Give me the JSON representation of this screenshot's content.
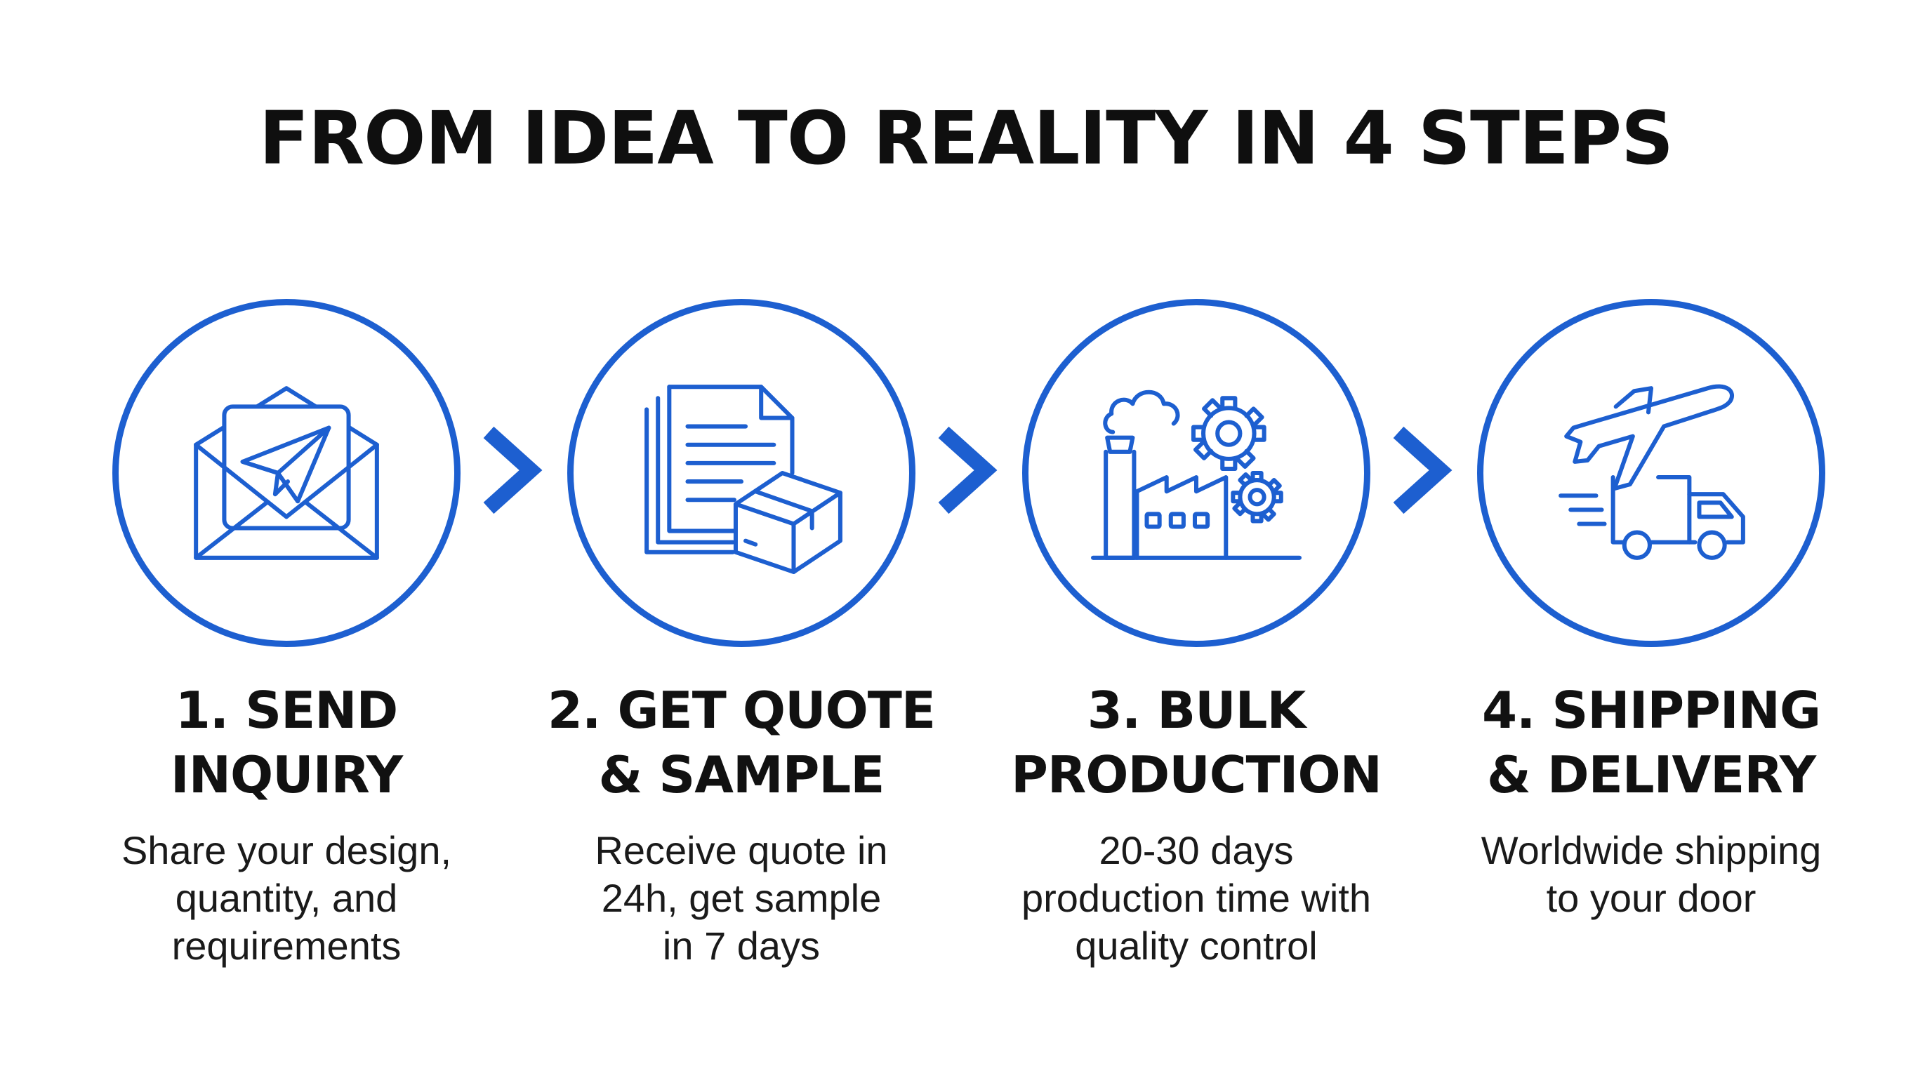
{
  "title": "FROM IDEA TO REALITY IN 4 STEPS",
  "colors": {
    "accent": "#1d5fd0",
    "text": "#111111",
    "background": "#ffffff"
  },
  "steps": [
    {
      "icon": "envelope-paper-plane-icon",
      "title_lines": [
        "1. SEND",
        "INQUIRY"
      ],
      "desc_lines": [
        "Share your design,",
        "quantity, and",
        "requirements"
      ]
    },
    {
      "icon": "documents-box-icon",
      "title_lines": [
        "2. GET QUOTE",
        "& SAMPLE"
      ],
      "desc_lines": [
        "Receive quote in",
        "24h, get sample",
        "in 7 days"
      ]
    },
    {
      "icon": "factory-gears-icon",
      "title_lines": [
        "3. BULK",
        "PRODUCTION"
      ],
      "desc_lines": [
        "20-30 days",
        "production time with",
        "quality control"
      ]
    },
    {
      "icon": "airplane-truck-icon",
      "title_lines": [
        "4. SHIPPING",
        "& DELIVERY"
      ],
      "desc_lines": [
        "Worldwide shipping",
        "to your door"
      ]
    }
  ],
  "connector_icon": "chevron-right-icon"
}
